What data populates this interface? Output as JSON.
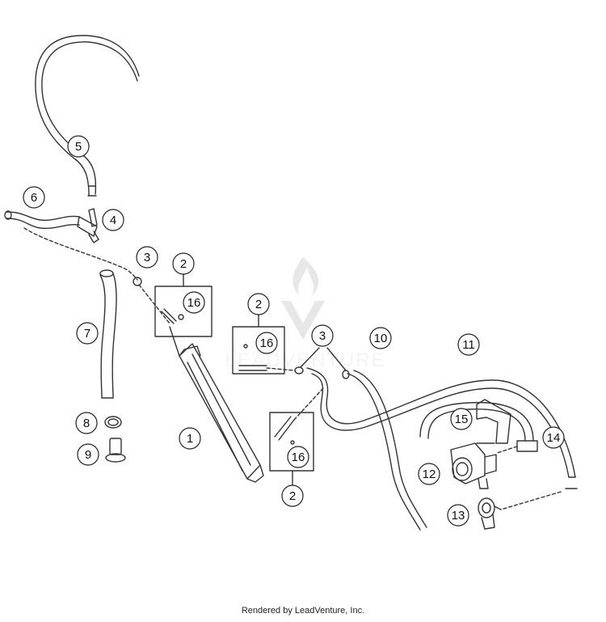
{
  "diagram": {
    "footer": "Rendered by LeadVenture, Inc.",
    "watermark": "LEADVENTURE",
    "callouts": [
      "1",
      "2",
      "2",
      "2",
      "3",
      "3",
      "4",
      "5",
      "6",
      "7",
      "8",
      "9",
      "10",
      "11",
      "12",
      "13",
      "14",
      "15",
      "16",
      "16",
      "16"
    ],
    "colors": {
      "line": "#333333",
      "callout_stroke": "#222222",
      "watermark": "#cfcfcf"
    }
  }
}
